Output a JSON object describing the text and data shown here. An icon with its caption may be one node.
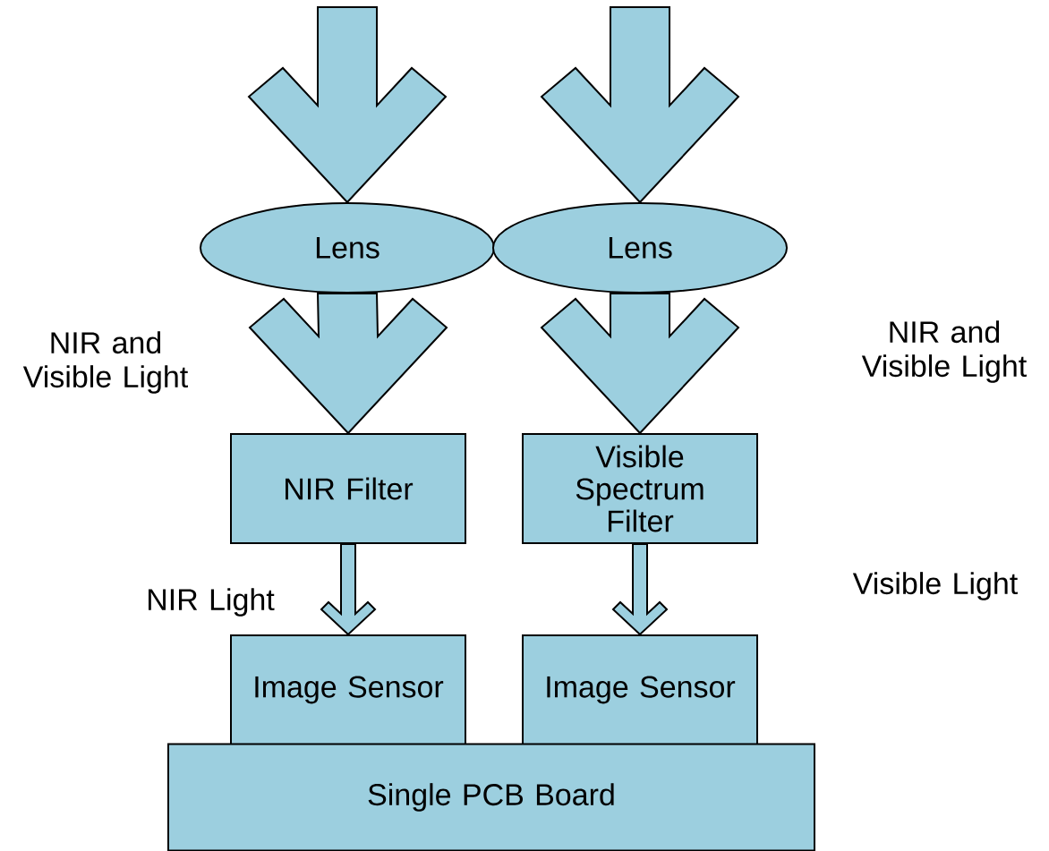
{
  "diagram": {
    "nodes": [
      {
        "text": [
          "Lens"
        ]
      },
      {
        "text": [
          "Lens"
        ]
      },
      {
        "text": [
          "NIR Filter"
        ]
      },
      {
        "text": [
          "Visible Spectrum Filter"
        ]
      },
      {
        "text": [
          "Image Sensor"
        ]
      },
      {
        "text": [
          "Image Sensor"
        ]
      },
      {
        "text": [
          "Single PCB Board"
        ]
      }
    ],
    "edges": [
      {
        "from": null,
        "to": 0,
        "arrow": "to"
      },
      {
        "from": null,
        "to": 1,
        "arrow": "to"
      },
      {
        "from": 0,
        "to": 2,
        "arrow": "to"
      },
      {
        "from": 1,
        "to": 3,
        "arrow": "to"
      },
      {
        "from": 2,
        "to": 4,
        "arrow": "to"
      },
      {
        "from": 3,
        "to": 5,
        "arrow": "to"
      }
    ],
    "labels": [
      "NIR and Visible Light",
      "NIR and Visible Light",
      "NIR Light",
      "Visible Light"
    ]
  }
}
